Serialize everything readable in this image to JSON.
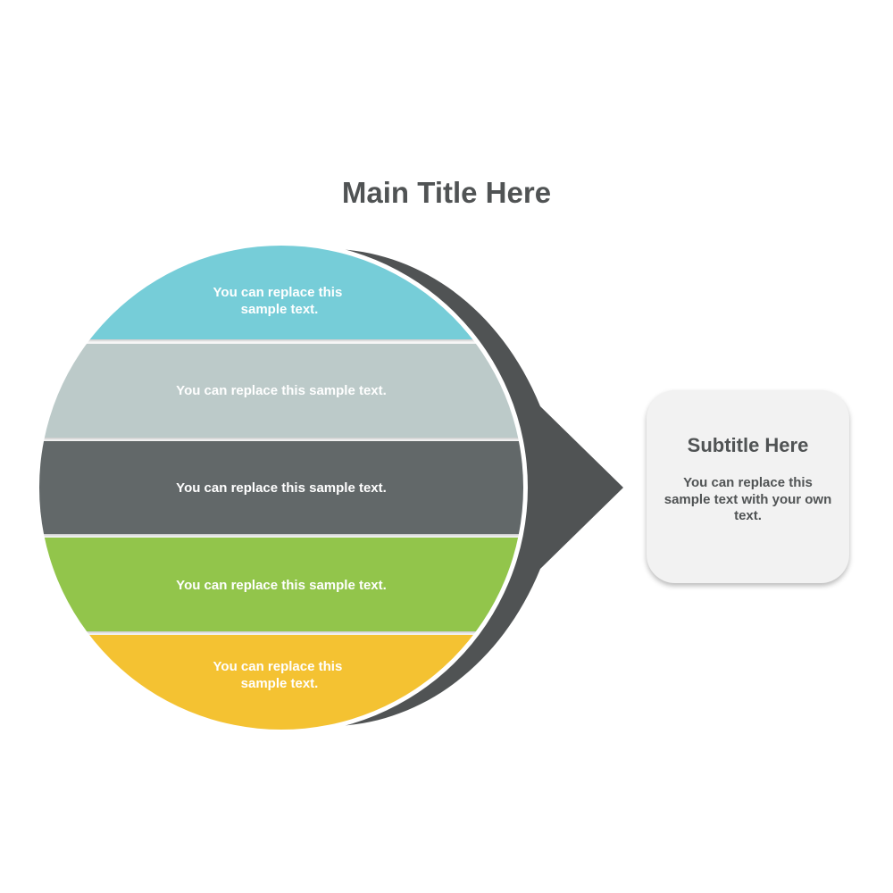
{
  "title": "Main Title Here",
  "bands": [
    {
      "line1": "You can replace this",
      "line2": "sample text.",
      "color": "#76cdd8"
    },
    {
      "line1": "You can replace this sample text.",
      "line2": "",
      "color": "#bccac9"
    },
    {
      "line1": "You can replace this sample text.",
      "line2": "",
      "color": "#626869"
    },
    {
      "line1": "You can replace this sample text.",
      "line2": "",
      "color": "#92c54c"
    },
    {
      "line1": "You can replace this",
      "line2": "sample text.",
      "color": "#f4c232"
    }
  ],
  "pointer_color": "#505354",
  "callout": {
    "title": "Subtitle Here",
    "body": "You can replace this sample text with your own text."
  }
}
